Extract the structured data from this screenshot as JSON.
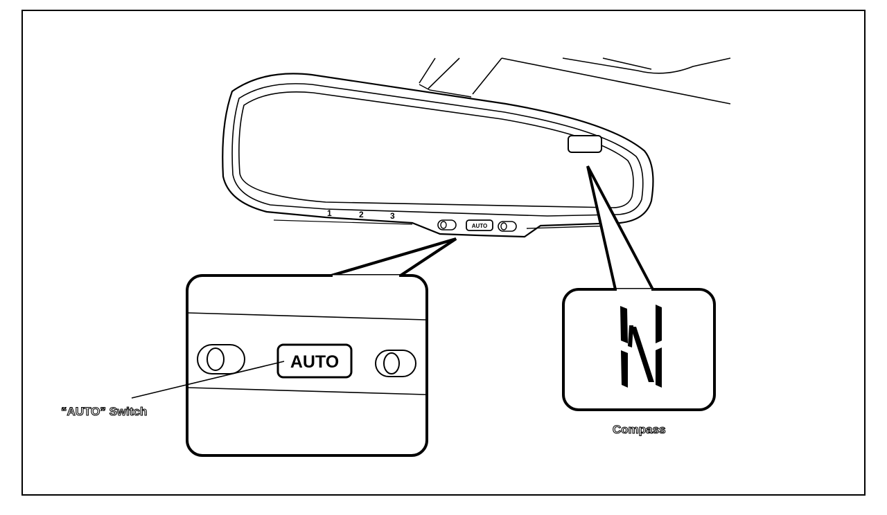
{
  "mirror": {
    "memory_labels": [
      "1",
      "2",
      "3"
    ],
    "small_auto_label": "AUTO"
  },
  "callout_switch": {
    "button_label": "AUTO",
    "caption": "“AUTO” Switch"
  },
  "callout_compass": {
    "caption": "Compass",
    "display_letter": "N"
  }
}
